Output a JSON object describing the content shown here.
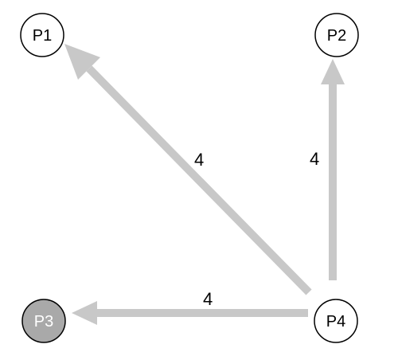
{
  "graph": {
    "nodes": [
      {
        "id": "P1",
        "label": "P1",
        "highlighted": false
      },
      {
        "id": "P2",
        "label": "P2",
        "highlighted": false
      },
      {
        "id": "P3",
        "label": "P3",
        "highlighted": true
      },
      {
        "id": "P4",
        "label": "P4",
        "highlighted": false
      }
    ],
    "edges": [
      {
        "from": "P4",
        "to": "P1",
        "label": "4"
      },
      {
        "from": "P4",
        "to": "P2",
        "label": "4"
      },
      {
        "from": "P4",
        "to": "P3",
        "label": "4"
      }
    ],
    "colors": {
      "edge": "#c8c8c8",
      "node_fill": "#ffffff",
      "node_highlight_fill": "#a9a9a9",
      "node_stroke": "#000000",
      "label_default": "#000000",
      "label_highlight": "#ffffff"
    }
  }
}
